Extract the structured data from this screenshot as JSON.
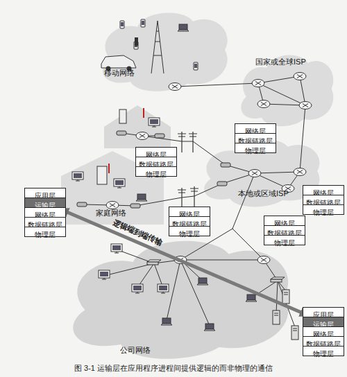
{
  "diagram": {
    "caption": "图 3-1 运输层在应用程序进程间提供逻辑的而非物理的通信",
    "nodes": [
      {
        "text": [
          "移动网络"
        ]
      },
      {
        "text": [
          "国家或全球ISP"
        ]
      },
      {
        "text": [
          "网络层"
        ]
      },
      {
        "text": [
          "数据链路层"
        ]
      },
      {
        "text": [
          "物理层"
        ]
      },
      {
        "text": [
          "网络层"
        ]
      },
      {
        "text": [
          "数据链路层"
        ]
      },
      {
        "text": [
          "物理层"
        ]
      },
      {
        "text": [
          "家庭网络"
        ]
      },
      {
        "text": [
          "本地或区域ISP"
        ]
      },
      {
        "text": [
          "应用层"
        ]
      },
      {
        "text": [
          "运输层"
        ]
      },
      {
        "text": [
          "网络层"
        ]
      },
      {
        "text": [
          "数据链路层"
        ]
      },
      {
        "text": [
          "物理层"
        ]
      },
      {
        "text": [
          "网络层"
        ]
      },
      {
        "text": [
          "数据链路层"
        ]
      },
      {
        "text": [
          "物理层"
        ]
      },
      {
        "text": [
          "网络层"
        ]
      },
      {
        "text": [
          "数据链路层"
        ]
      },
      {
        "text": [
          "物理层"
        ]
      },
      {
        "text": [
          "网络层"
        ]
      },
      {
        "text": [
          "数据链路层"
        ]
      },
      {
        "text": [
          "物理层"
        ]
      },
      {
        "text": [
          "公司网络"
        ]
      },
      {
        "text": [
          "应用层"
        ]
      },
      {
        "text": [
          "运输层"
        ]
      },
      {
        "text": [
          "网络层"
        ]
      },
      {
        "text": [
          "数据链路层"
        ]
      },
      {
        "text": [
          "物理层"
        ]
      }
    ],
    "edges": [
      {
        "from": 11,
        "to": 26,
        "arrow": "both",
        "label": "逻辑端到端传输"
      }
    ]
  }
}
